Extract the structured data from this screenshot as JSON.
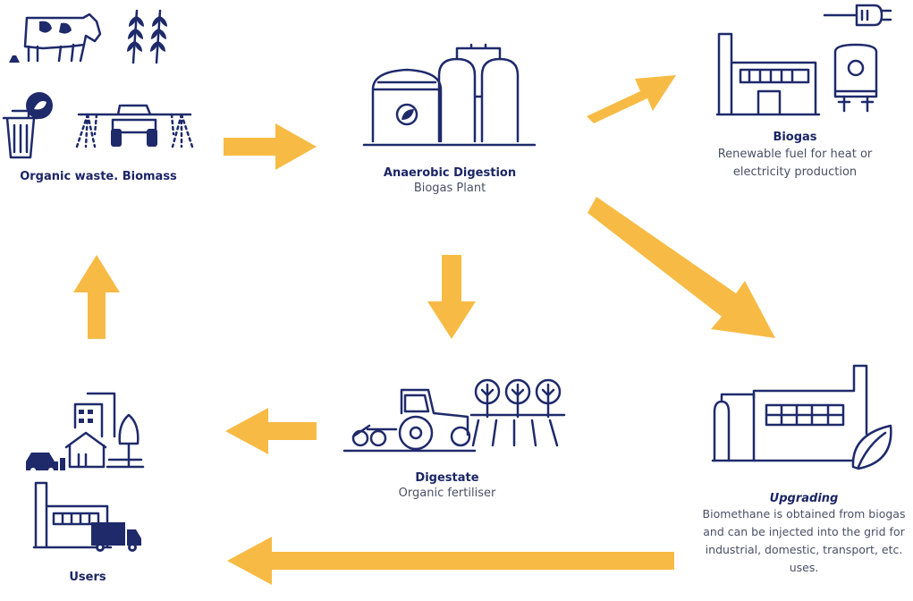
{
  "colors": {
    "arrow": "#f7bb45",
    "icon": "#1f2a6b"
  },
  "nodes": {
    "biomass": {
      "title": "Organic waste. Biomass"
    },
    "digestion": {
      "title": "Anaerobic Digestion",
      "subtitle": "Biogas Plant"
    },
    "biogas": {
      "title": "Biogas",
      "desc_line1": "Renewable fuel for heat or",
      "desc_line2": "electricity production"
    },
    "digestate": {
      "title": "Digestate",
      "subtitle": "Organic fertiliser"
    },
    "upgrading": {
      "title": "Upgrading",
      "desc_line1": "Biomethane is obtained from biogas",
      "desc_line2": "and can be injected into the grid for",
      "desc_line3": "industrial, domestic, transport, etc.",
      "desc_line4": "uses."
    },
    "users": {
      "title": "Users"
    }
  },
  "icons": [
    "cow-icon",
    "wheat-icon",
    "trash-bin-icon",
    "sprayer-icon",
    "digester-tanks-icon",
    "plug-icon",
    "factory-icon",
    "boiler-icon",
    "tractor-icon",
    "trees-icon",
    "upgrading-plant-icon",
    "leaf-icon",
    "city-icon",
    "car-icon",
    "truck-icon"
  ]
}
